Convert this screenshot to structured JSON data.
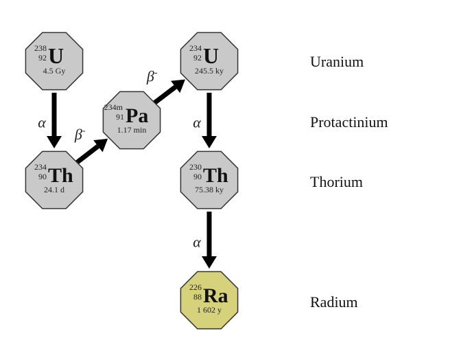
{
  "colors": {
    "gray_node": "#c9c9c9",
    "radium_node": "#d6d27c",
    "outline": "#333333",
    "arrow": "#000000"
  },
  "nuclides": [
    {
      "id": "u238",
      "mass": "238",
      "z": "92",
      "symbol": "U",
      "half_life": "4.5 Gy",
      "color": "gray"
    },
    {
      "id": "th234",
      "mass": "234",
      "z": "90",
      "symbol": "Th",
      "half_life": "24.1 d",
      "color": "gray"
    },
    {
      "id": "pa234m",
      "mass": "234m",
      "z": "91",
      "symbol": "Pa",
      "half_life": "1.17 min",
      "color": "gray"
    },
    {
      "id": "u234",
      "mass": "234",
      "z": "92",
      "symbol": "U",
      "half_life": "245.5 ky",
      "color": "gray"
    },
    {
      "id": "th230",
      "mass": "230",
      "z": "90",
      "symbol": "Th",
      "half_life": "75.38 ky",
      "color": "gray"
    },
    {
      "id": "ra226",
      "mass": "226",
      "z": "88",
      "symbol": "Ra",
      "half_life": "1 602 y",
      "color": "radium"
    }
  ],
  "decays": [
    {
      "from": "u238",
      "to": "th234",
      "type": "α",
      "sup": ""
    },
    {
      "from": "th234",
      "to": "pa234m",
      "type": "β",
      "sup": "-"
    },
    {
      "from": "pa234m",
      "to": "u234",
      "type": "β",
      "sup": "-"
    },
    {
      "from": "u234",
      "to": "th230",
      "type": "α",
      "sup": ""
    },
    {
      "from": "th230",
      "to": "ra226",
      "type": "α",
      "sup": ""
    }
  ],
  "element_labels": [
    "Uranium",
    "Protactinium",
    "Thorium",
    "Radium"
  ]
}
